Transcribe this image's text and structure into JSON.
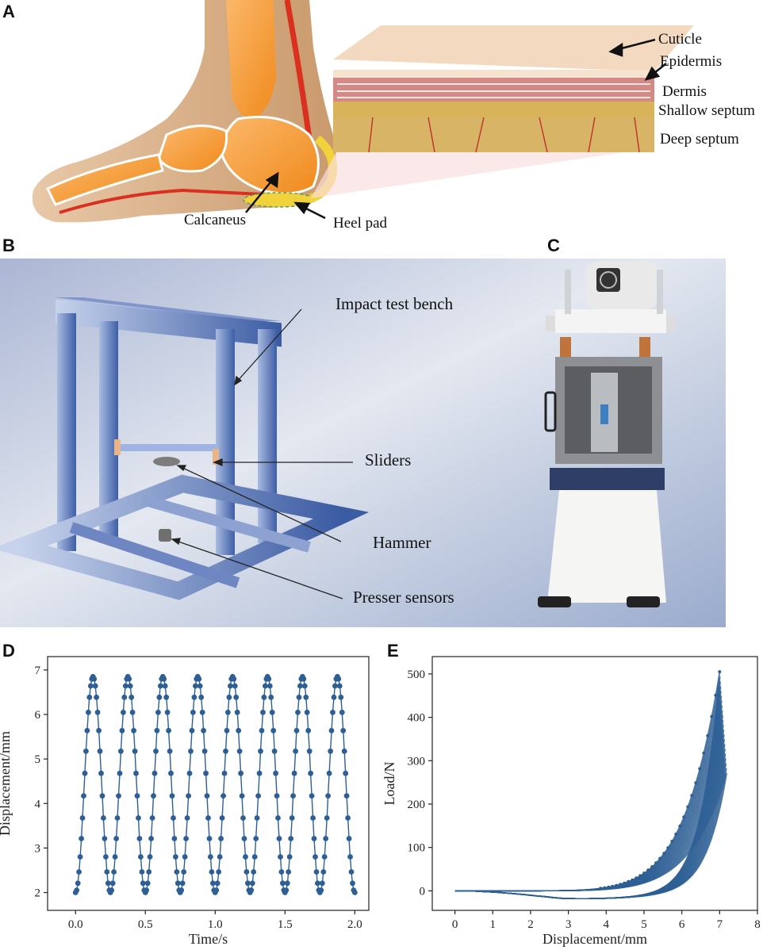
{
  "panels": {
    "a": "A",
    "b": "B",
    "c": "C",
    "d": "D",
    "e": "E"
  },
  "panel_a": {
    "labels": {
      "cuticle": "Cuticle",
      "epidermis": "Epidermis",
      "dermis": "Dermis",
      "shallow": "Shallow septum",
      "deep": "Deep septum",
      "calcaneus": "Calcaneus",
      "heel_pad": "Heel pad"
    }
  },
  "panel_b": {
    "labels": {
      "bench": "Impact test bench",
      "sliders": "Sliders",
      "hammer": "Hammer",
      "presser": "Presser sensors"
    }
  },
  "colors": {
    "series": "#2e5f94",
    "bench": "#3f5fa3",
    "bg_top": "#dde3ee",
    "bg_bottom": "#8f9fc6"
  },
  "chart_data": [
    {
      "type": "scatter",
      "panel": "D",
      "xlabel": "Time/s",
      "ylabel": "Displacement/mm",
      "xlim": [
        -0.2,
        2.1
      ],
      "ylim": [
        1.6,
        7.3
      ],
      "xticks": [
        "0.0",
        "0.5",
        "1.0",
        "1.5",
        "2.0"
      ],
      "yticks": [
        "2",
        "3",
        "4",
        "5",
        "6",
        "7"
      ],
      "series": [
        {
          "period": 0.25,
          "min": 2.0,
          "max": 6.85,
          "x_start": 0.0,
          "x_end": 2.0
        }
      ]
    },
    {
      "type": "line",
      "panel": "E",
      "xlabel": "Displacement/mm",
      "ylabel": "Load/N",
      "xlim": [
        -0.6,
        8
      ],
      "ylim": [
        -45,
        540
      ],
      "xticks": [
        "0",
        "1",
        "2",
        "3",
        "4",
        "5",
        "6",
        "7",
        "8"
      ],
      "yticks": [
        "0",
        "100",
        "200",
        "300",
        "400",
        "500"
      ],
      "series": [
        {
          "peak_displacement": 7.0,
          "peak_load": 505
        }
      ]
    }
  ]
}
